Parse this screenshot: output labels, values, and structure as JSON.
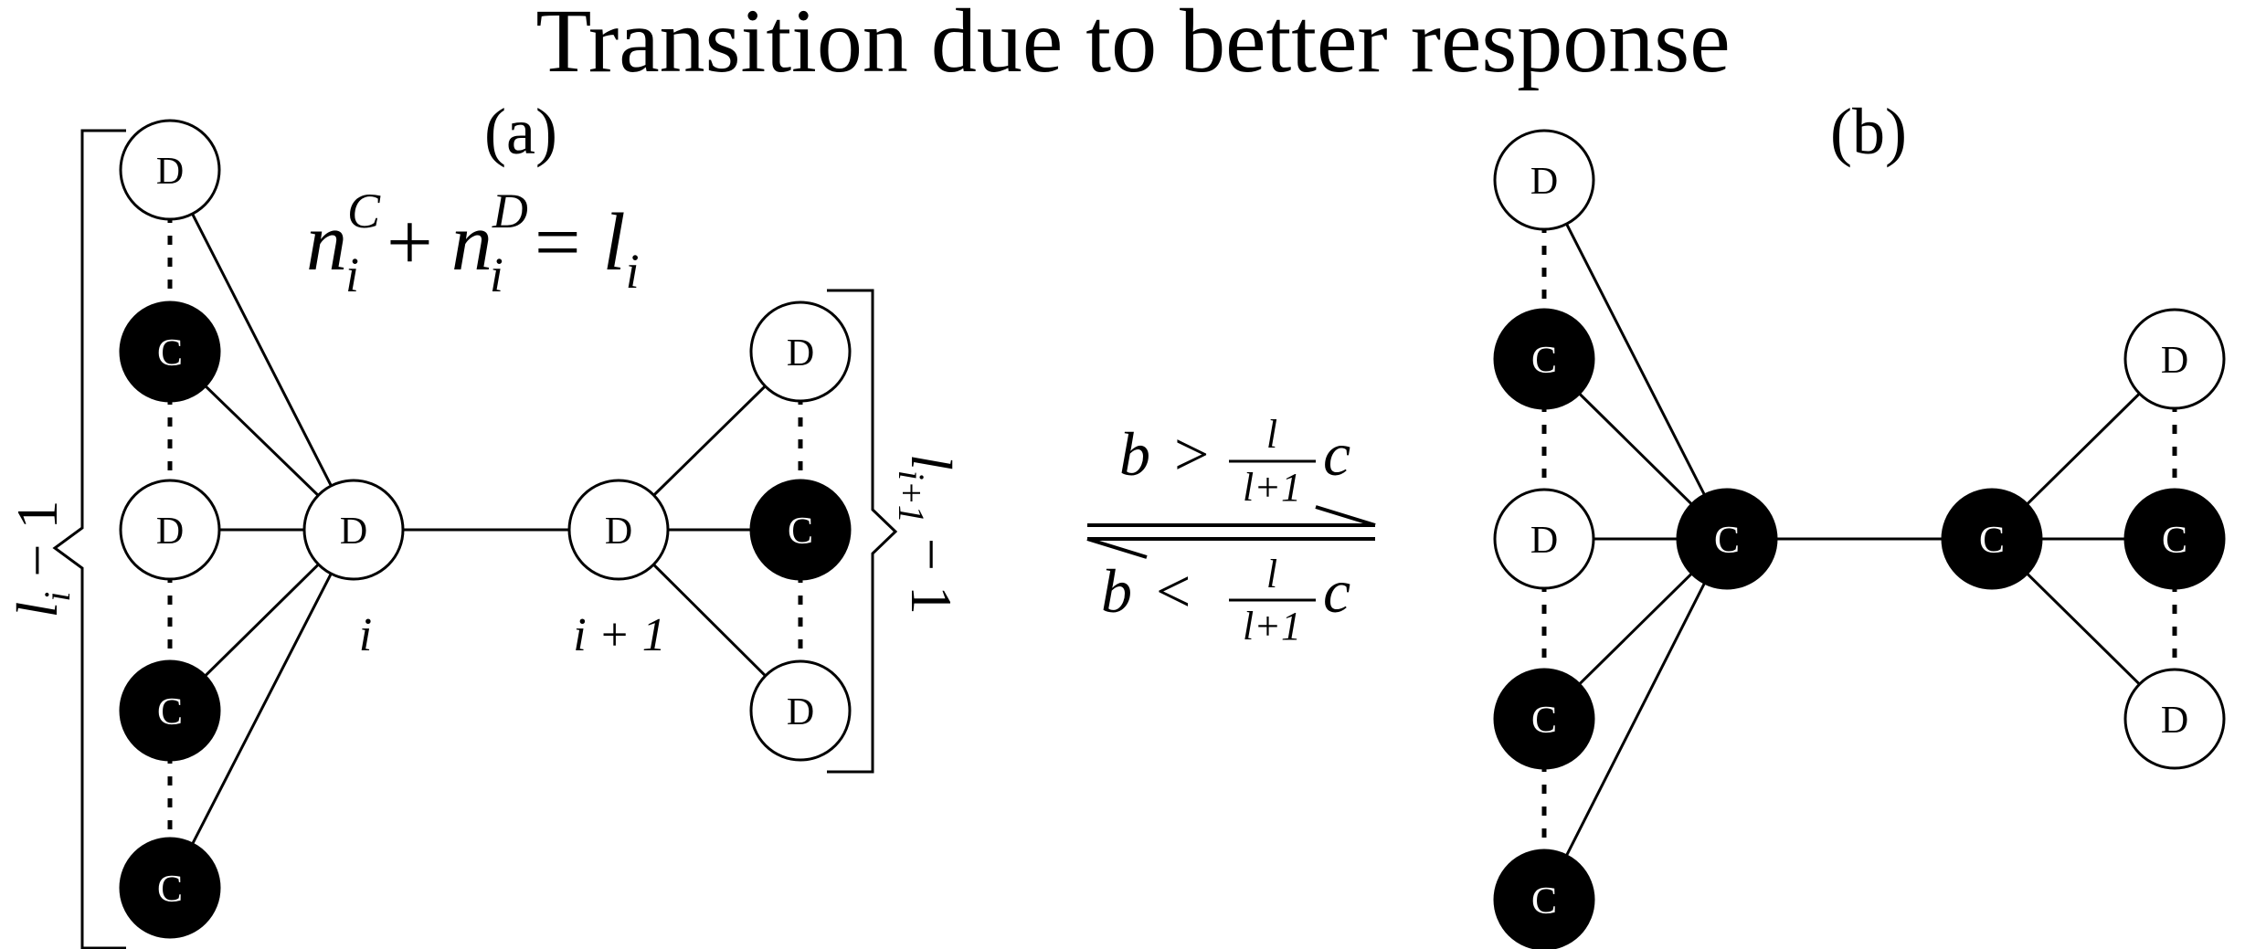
{
  "title": "Transition due to better response",
  "panels": {
    "a": {
      "label": "(a)",
      "equation": {
        "lhs1": "n",
        "sup1": "C",
        "sub1": "i",
        "plus": "+",
        "lhs2": "n",
        "sup2": "D",
        "sub2": "i",
        "eq": "=",
        "rhs": "l",
        "rhs_sub": "i"
      },
      "left_brace": {
        "var": "l",
        "sub": "i",
        "rest": " − 1"
      },
      "right_brace": {
        "var": "l",
        "sub": "i+1",
        "rest": " − 1"
      },
      "node_i_label": "i",
      "node_i1_label": "i + 1",
      "nodes": {
        "l1": "D",
        "l2": "C",
        "l3": "D",
        "l4": "C",
        "l5": "C",
        "hub_i": "D",
        "hub_i1": "D",
        "r1": "D",
        "r2": "C",
        "r3": "D"
      }
    },
    "b": {
      "label": "(b)",
      "nodes": {
        "l1": "D",
        "l2": "C",
        "l3": "D",
        "l4": "C",
        "l5": "C",
        "hub_i": "C",
        "hub_i1": "C",
        "r1": "D",
        "r2": "C",
        "r3": "D"
      }
    }
  },
  "transition": {
    "forward": {
      "lhs": "b",
      "op": ">",
      "num": "l",
      "den": "l+1",
      "rhs": "c"
    },
    "backward": {
      "lhs": "b",
      "op": "<",
      "num": "l",
      "den": "l+1",
      "rhs": "c"
    }
  },
  "colors": {
    "cooperator_fill": "#000000",
    "defector_fill": "#ffffff",
    "stroke": "#000000"
  }
}
